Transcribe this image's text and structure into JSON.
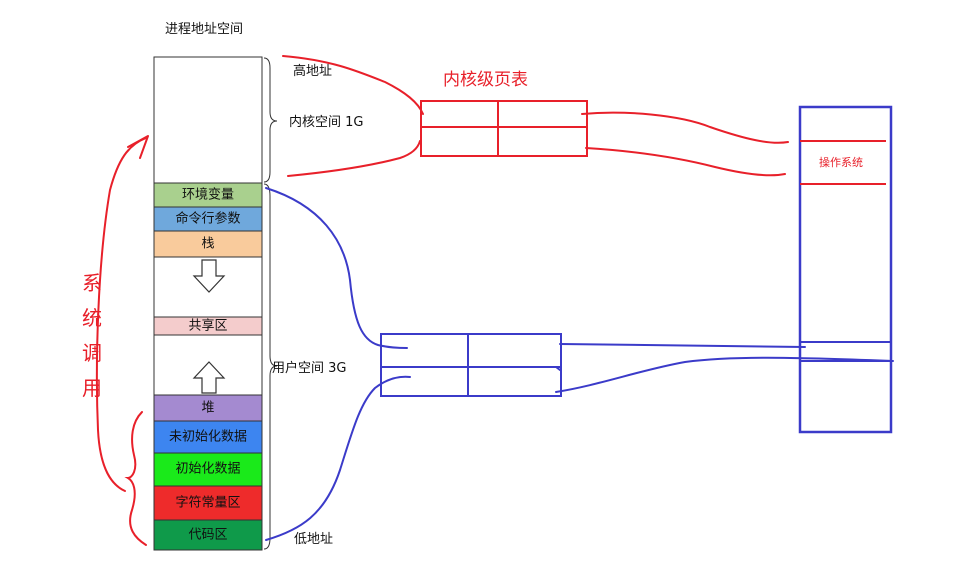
{
  "title": "进程地址空间",
  "segments": [
    {
      "label": "",
      "color": "#ffffff"
    },
    {
      "label": "环境变量",
      "color": "#a9d08e"
    },
    {
      "label": "命令行参数",
      "color": "#6fa8dc"
    },
    {
      "label": "栈",
      "color": "#f9cb9c"
    },
    {
      "label": "",
      "color": "#ffffff"
    },
    {
      "label": "共享区",
      "color": "#f4cccc"
    },
    {
      "label": "",
      "color": "#ffffff"
    },
    {
      "label": "堆",
      "color": "#a48ad0"
    },
    {
      "label": "未初始化数据",
      "color": "#3d85f0"
    },
    {
      "label": "初始化数据",
      "color": "#1aea1a"
    },
    {
      "label": "字符常量区",
      "color": "#ee2b2b"
    },
    {
      "label": "代码区",
      "color": "#0f9a4a"
    }
  ],
  "labels": {
    "high_addr": "高地址",
    "kernel_space": "内核空间 1G",
    "user_space": "用户空间 3G",
    "low_addr": "低地址"
  },
  "kernel_page_table": {
    "title": "内核级页表"
  },
  "physical_memory": {
    "os_label": "操作系统"
  },
  "syscall_label": [
    "系",
    "统",
    "调",
    "用"
  ],
  "colors": {
    "red": "#e8202a",
    "blue": "#3b3bc9"
  }
}
